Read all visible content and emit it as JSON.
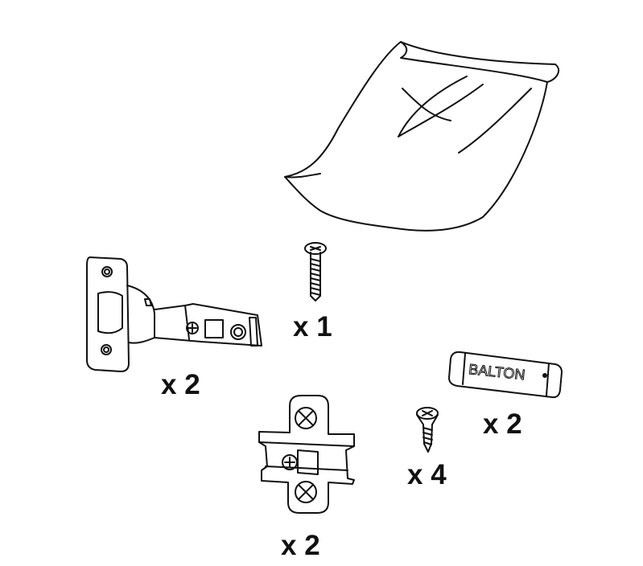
{
  "parts": [
    {
      "name": "bag",
      "quantity": ""
    },
    {
      "name": "hinge",
      "quantity": "x 2"
    },
    {
      "name": "bolt",
      "quantity": "x 1"
    },
    {
      "name": "mounting-plate",
      "quantity": "x 2"
    },
    {
      "name": "wood-screw",
      "quantity": "x 4"
    },
    {
      "name": "hinge-cover-cap",
      "quantity": "x 2",
      "logo": "BALTON"
    }
  ],
  "colors": {
    "line": "#111111",
    "background": "#ffffff"
  }
}
